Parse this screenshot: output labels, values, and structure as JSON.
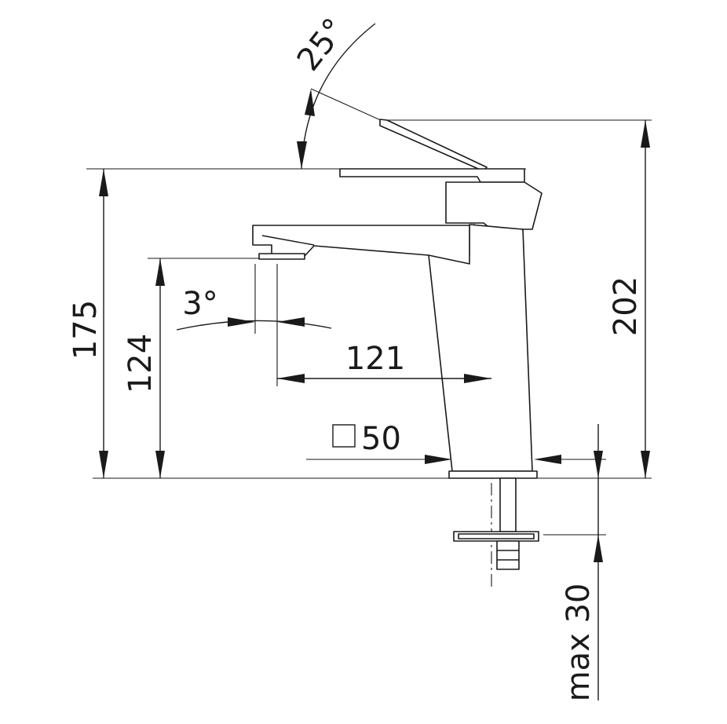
{
  "dimensions": {
    "angle_lever": "25°",
    "angle_spout": "3°",
    "total_height": "175",
    "spout_height": "124",
    "spout_reach": "121",
    "body_square": "50",
    "lever_height": "202",
    "max_deck": "max 30"
  },
  "symbols": {
    "square_symbol": "square-section-icon"
  },
  "colors": {
    "line": "#1a1a1a",
    "background": "#ffffff"
  }
}
